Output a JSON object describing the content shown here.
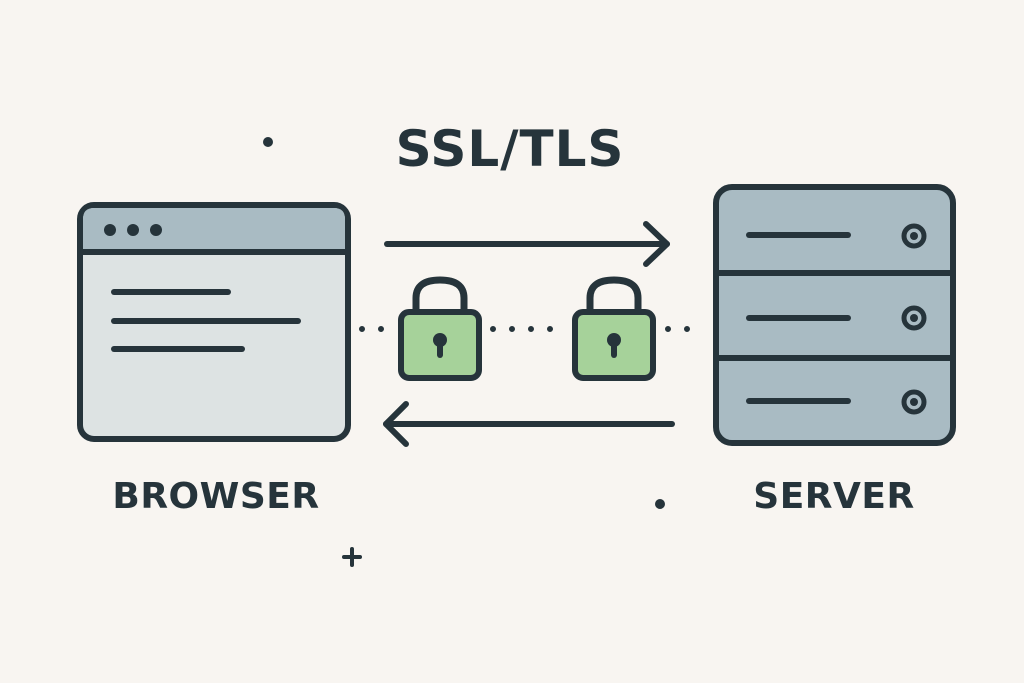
{
  "diagram": {
    "title": "SSL/TLS",
    "nodes": {
      "browser": {
        "label": "BROWSER"
      },
      "server": {
        "label": "SERVER"
      }
    },
    "edges": [
      {
        "from": "browser",
        "to": "server",
        "direction": "right"
      },
      {
        "from": "server",
        "to": "browser",
        "direction": "left"
      }
    ],
    "connection": {
      "style": "dotted",
      "locks": 2
    },
    "colors": {
      "background": "#f8f5f1",
      "outline": "#26343b",
      "browser_fill": "#dde3e3",
      "toolbar_fill": "#a9bbc3",
      "server_fill": "#a9bbc3",
      "lock_fill": "#a6d29a"
    }
  }
}
